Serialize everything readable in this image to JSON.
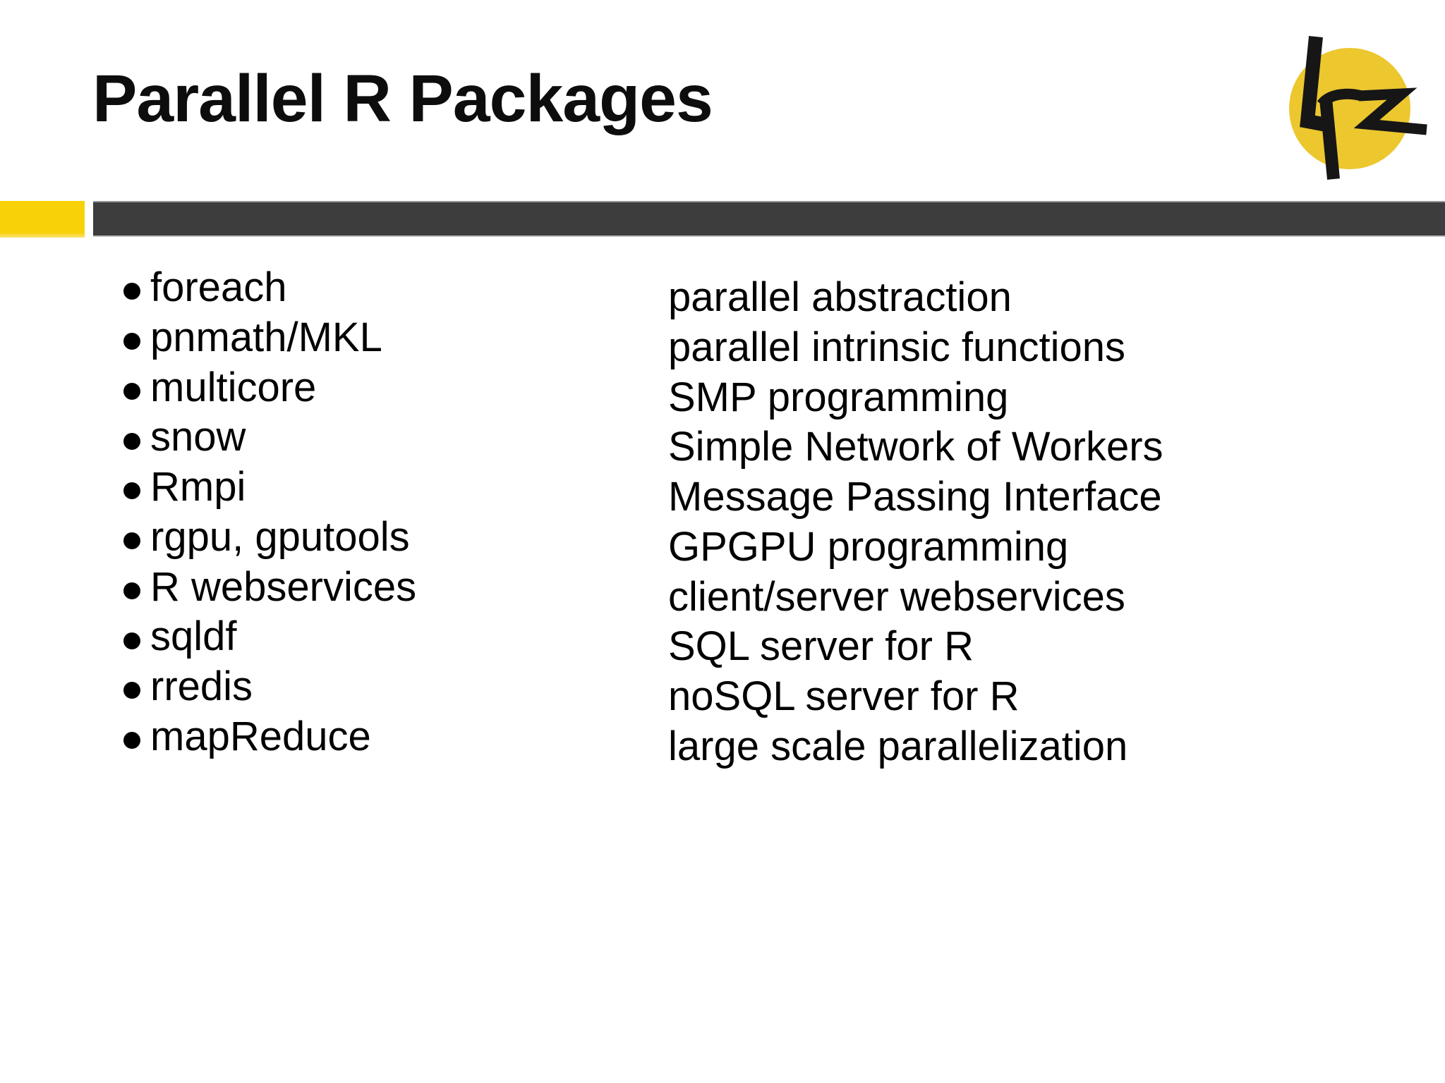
{
  "slide": {
    "title": "Parallel R Packages",
    "logo": {
      "name": "LRZ",
      "text": "Lrz",
      "circle_color": "#ECC72E",
      "glyph_color": "#161616"
    },
    "colors": {
      "accent_yellow": "#F9D108",
      "divider_bar": "#3D3D3D",
      "text": "#000000",
      "background": "#FFFFFF"
    },
    "packages": [
      {
        "name": "foreach",
        "description": "parallel abstraction"
      },
      {
        "name": "pnmath/MKL",
        "description": "parallel intrinsic functions"
      },
      {
        "name": "multicore",
        "description": "SMP programming"
      },
      {
        "name": "snow",
        "description": "Simple Network of Workers"
      },
      {
        "name": "Rmpi",
        "description": "Message Passing Interface"
      },
      {
        "name": "rgpu, gputools",
        "description": "GPGPU programming"
      },
      {
        "name": "R webservices",
        "description": "client/server webservices"
      },
      {
        "name": "sqldf",
        "description": "SQL server for R"
      },
      {
        "name": "rredis",
        "description": "noSQL server for R"
      },
      {
        "name": "mapReduce",
        "description": "large scale parallelization"
      }
    ]
  }
}
